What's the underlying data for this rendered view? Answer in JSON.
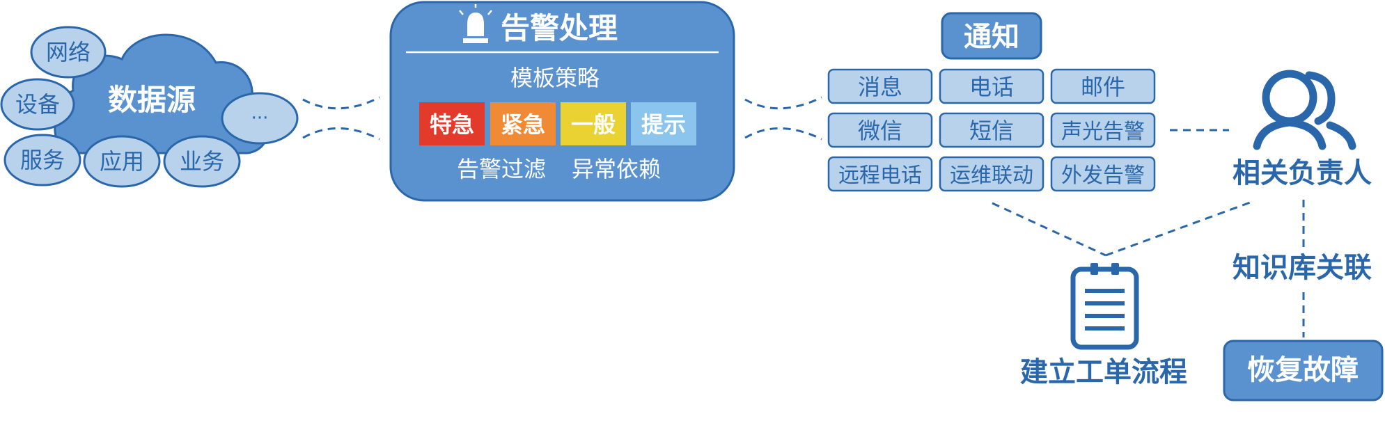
{
  "source": {
    "title": "数据源",
    "bubbles": [
      "网络",
      "设备",
      "服务",
      "应用",
      "业务",
      "···"
    ]
  },
  "alarm": {
    "title": "告警处理",
    "subtitle": "模板策略",
    "levels": [
      {
        "label": "特急",
        "color": "#e23b2c"
      },
      {
        "label": "紧急",
        "color": "#f08a34"
      },
      {
        "label": "一般",
        "color": "#ead232"
      },
      {
        "label": "提示",
        "color": "#8bc5ee"
      }
    ],
    "footer": [
      "告警过滤",
      "异常依赖"
    ]
  },
  "notify": {
    "title": "通知",
    "channels": [
      "消息",
      "电话",
      "邮件",
      "微信",
      "短信",
      "声光告警",
      "远程电话",
      "运维联动",
      "外发告警"
    ]
  },
  "person": {
    "label": "相关负责人"
  },
  "knowledge": {
    "label": "知识库关联"
  },
  "ticket": {
    "label": "建立工单流程"
  },
  "recover": {
    "label": "恢复故障"
  },
  "colors": {
    "primary": "#5a92d0",
    "dark": "#2a66aa",
    "light": "#b8d2ec",
    "text_dark": "#2a66aa"
  }
}
